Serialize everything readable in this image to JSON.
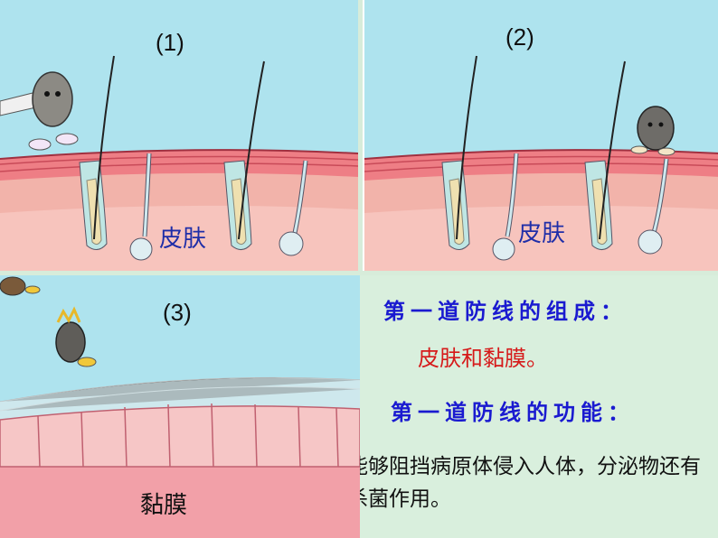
{
  "panels": {
    "p1": {
      "number": "(1)",
      "label": "皮肤"
    },
    "p2": {
      "number": "(2)",
      "label": "皮肤"
    },
    "p3": {
      "number": "(3)",
      "label": "黏膜"
    }
  },
  "text_box": {
    "heading1": "第一道防线的组成：",
    "answer1": "皮肤和黏膜。",
    "heading2": "第一道防线的功能：",
    "answer2": "能够阻挡病原体侵入人体，分泌物还有杀菌作用。"
  },
  "colors": {
    "sky": "#aee3ee",
    "epidermis_top": "#f07e86",
    "dermis": "#f5b7b2",
    "mucosa": "#f2a0a8",
    "heading_blue": "#1a1ad0",
    "answer_red": "#d61a1a"
  }
}
